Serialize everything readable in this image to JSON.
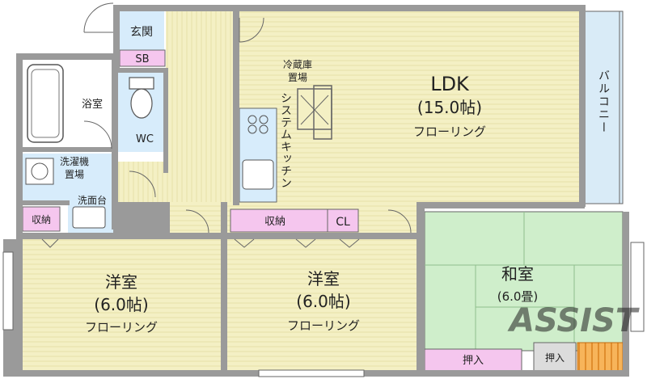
{
  "rooms": {
    "genkan": "玄関",
    "sb": "SB",
    "ldk": {
      "name": "LDK",
      "size": "(15.0帖)",
      "floor": "フローリング"
    },
    "fridge": {
      "line1": "冷蔵庫",
      "line2": "置場"
    },
    "kitchen": "システムキッチン",
    "bath": "浴室",
    "wc": "WC",
    "laundry": {
      "line1": "洗濯機",
      "line2": "置場"
    },
    "washbasin": "洗面台",
    "storage_left": "収納",
    "storage_mid": "収納",
    "cl": "CL",
    "room_left": {
      "name": "洋室",
      "size": "(6.0帖)",
      "floor": "フローリング"
    },
    "room_mid": {
      "name": "洋室",
      "size": "(6.0帖)",
      "floor": "フローリング"
    },
    "washitsu": {
      "name": "和室",
      "size": "(6.0畳)"
    },
    "oshiire": "押入",
    "oshiire_small": "押入",
    "balcony": "バルコニー"
  },
  "watermark": "ASSIST",
  "colors": {
    "floor": "#f4f0c4",
    "tatami": "#cfeecb",
    "storage": "#f5c6ee",
    "wet": "#d7ecfb",
    "wall": "#4a4a4a",
    "balcony": "#d9ebf7"
  }
}
